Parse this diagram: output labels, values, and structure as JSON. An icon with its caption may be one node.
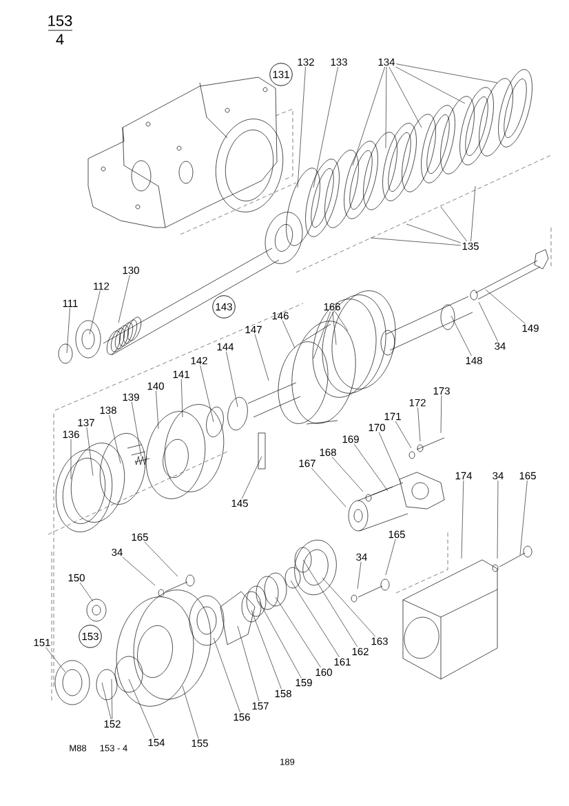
{
  "diagram": {
    "nodes": [
      {
        "text": [
          "131"
        ]
      },
      {
        "text": [
          "132"
        ]
      },
      {
        "text": [
          "133"
        ]
      },
      {
        "text": [
          "134"
        ]
      },
      {
        "text": [
          "135"
        ]
      },
      {
        "text": [
          "130"
        ]
      },
      {
        "text": [
          "112"
        ]
      },
      {
        "text": [
          "111"
        ]
      },
      {
        "text": [
          "143"
        ]
      },
      {
        "text": [
          "166"
        ]
      },
      {
        "text": [
          "146"
        ]
      },
      {
        "text": [
          "147"
        ]
      },
      {
        "text": [
          "149"
        ]
      },
      {
        "text": [
          "34"
        ]
      },
      {
        "text": [
          "148"
        ]
      },
      {
        "text": [
          "144"
        ]
      },
      {
        "text": [
          "142"
        ]
      },
      {
        "text": [
          "141"
        ]
      },
      {
        "text": [
          "140"
        ]
      },
      {
        "text": [
          "139"
        ]
      },
      {
        "text": [
          "138"
        ]
      },
      {
        "text": [
          "137"
        ]
      },
      {
        "text": [
          "136"
        ]
      },
      {
        "text": [
          "145"
        ]
      },
      {
        "text": [
          "173"
        ]
      },
      {
        "text": [
          "172"
        ]
      },
      {
        "text": [
          "171"
        ]
      },
      {
        "text": [
          "170"
        ]
      },
      {
        "text": [
          "169"
        ]
      },
      {
        "text": [
          "168"
        ]
      },
      {
        "text": [
          "167"
        ]
      },
      {
        "text": [
          "174"
        ]
      },
      {
        "text": [
          "34"
        ]
      },
      {
        "text": [
          "165"
        ]
      },
      {
        "text": [
          "165"
        ]
      },
      {
        "text": [
          "34"
        ]
      },
      {
        "text": [
          "165"
        ]
      },
      {
        "text": [
          "34"
        ]
      },
      {
        "text": [
          "150"
        ]
      },
      {
        "text": [
          "153"
        ]
      },
      {
        "text": [
          "151"
        ]
      },
      {
        "text": [
          "152"
        ]
      },
      {
        "text": [
          "154"
        ]
      },
      {
        "text": [
          "155"
        ]
      },
      {
        "text": [
          "156"
        ]
      },
      {
        "text": [
          "157"
        ]
      },
      {
        "text": [
          "158"
        ]
      },
      {
        "text": [
          "159"
        ]
      },
      {
        "text": [
          "160"
        ]
      },
      {
        "text": [
          "161"
        ]
      },
      {
        "text": [
          "162"
        ]
      },
      {
        "text": [
          "163"
        ]
      }
    ],
    "edges": [
      {
        "from": 1,
        "to": null,
        "arrow": "none"
      },
      {
        "from": 2,
        "to": null,
        "arrow": "none"
      },
      {
        "from": 3,
        "to": null,
        "arrow": "none"
      },
      {
        "from": 3,
        "to": null,
        "arrow": "none"
      },
      {
        "from": 3,
        "to": null,
        "arrow": "none"
      },
      {
        "from": 3,
        "to": null,
        "arrow": "none"
      },
      {
        "from": 3,
        "to": null,
        "arrow": "none"
      },
      {
        "from": 4,
        "to": null,
        "arrow": "none"
      },
      {
        "from": 4,
        "to": null,
        "arrow": "none"
      },
      {
        "from": 4,
        "to": null,
        "arrow": "none"
      },
      {
        "from": 4,
        "to": null,
        "arrow": "none"
      },
      {
        "from": 5,
        "to": null,
        "arrow": "none"
      },
      {
        "from": 6,
        "to": null,
        "arrow": "none"
      },
      {
        "from": 7,
        "to": null,
        "arrow": "none"
      },
      {
        "from": 9,
        "to": null,
        "arrow": "none"
      },
      {
        "from": 9,
        "to": null,
        "arrow": "none"
      },
      {
        "from": 9,
        "to": null,
        "arrow": "none"
      },
      {
        "from": 10,
        "to": null,
        "arrow": "none"
      },
      {
        "from": 11,
        "to": null,
        "arrow": "none"
      },
      {
        "from": 12,
        "to": null,
        "arrow": "none"
      },
      {
        "from": 13,
        "to": null,
        "arrow": "none"
      },
      {
        "from": 14,
        "to": null,
        "arrow": "none"
      },
      {
        "from": 15,
        "to": null,
        "arrow": "none"
      },
      {
        "from": 16,
        "to": null,
        "arrow": "none"
      },
      {
        "from": 17,
        "to": null,
        "arrow": "none"
      },
      {
        "from": 18,
        "to": null,
        "arrow": "none"
      },
      {
        "from": 19,
        "to": null,
        "arrow": "none"
      },
      {
        "from": 20,
        "to": null,
        "arrow": "none"
      },
      {
        "from": 21,
        "to": null,
        "arrow": "none"
      },
      {
        "from": 22,
        "to": null,
        "arrow": "none"
      },
      {
        "from": 23,
        "to": null,
        "arrow": "none"
      },
      {
        "from": 24,
        "to": null,
        "arrow": "none"
      },
      {
        "from": 25,
        "to": null,
        "arrow": "none"
      },
      {
        "from": 26,
        "to": null,
        "arrow": "none"
      },
      {
        "from": 27,
        "to": null,
        "arrow": "none"
      },
      {
        "from": 28,
        "to": null,
        "arrow": "none"
      },
      {
        "from": 29,
        "to": null,
        "arrow": "none"
      },
      {
        "from": 30,
        "to": null,
        "arrow": "none"
      },
      {
        "from": 31,
        "to": null,
        "arrow": "none"
      },
      {
        "from": 32,
        "to": null,
        "arrow": "none"
      },
      {
        "from": 33,
        "to": null,
        "arrow": "none"
      },
      {
        "from": 34,
        "to": null,
        "arrow": "none"
      },
      {
        "from": 35,
        "to": null,
        "arrow": "none"
      },
      {
        "from": 36,
        "to": null,
        "arrow": "none"
      },
      {
        "from": 37,
        "to": null,
        "arrow": "none"
      },
      {
        "from": 38,
        "to": null,
        "arrow": "none"
      },
      {
        "from": 40,
        "to": null,
        "arrow": "none"
      },
      {
        "from": 41,
        "to": null,
        "arrow": "none"
      },
      {
        "from": 41,
        "to": null,
        "arrow": "none"
      },
      {
        "from": 42,
        "to": null,
        "arrow": "none"
      },
      {
        "from": 43,
        "to": null,
        "arrow": "none"
      },
      {
        "from": 44,
        "to": null,
        "arrow": "none"
      },
      {
        "from": 45,
        "to": null,
        "arrow": "none"
      },
      {
        "from": 46,
        "to": null,
        "arrow": "none"
      },
      {
        "from": 47,
        "to": null,
        "arrow": "none"
      },
      {
        "from": 48,
        "to": null,
        "arrow": "none"
      },
      {
        "from": 49,
        "to": null,
        "arrow": "none"
      },
      {
        "from": 50,
        "to": null,
        "arrow": "none"
      },
      {
        "from": 51,
        "to": null,
        "arrow": "none"
      }
    ],
    "labels": [
      "153",
      "4",
      "M88",
      "153 - 4",
      "189"
    ]
  }
}
